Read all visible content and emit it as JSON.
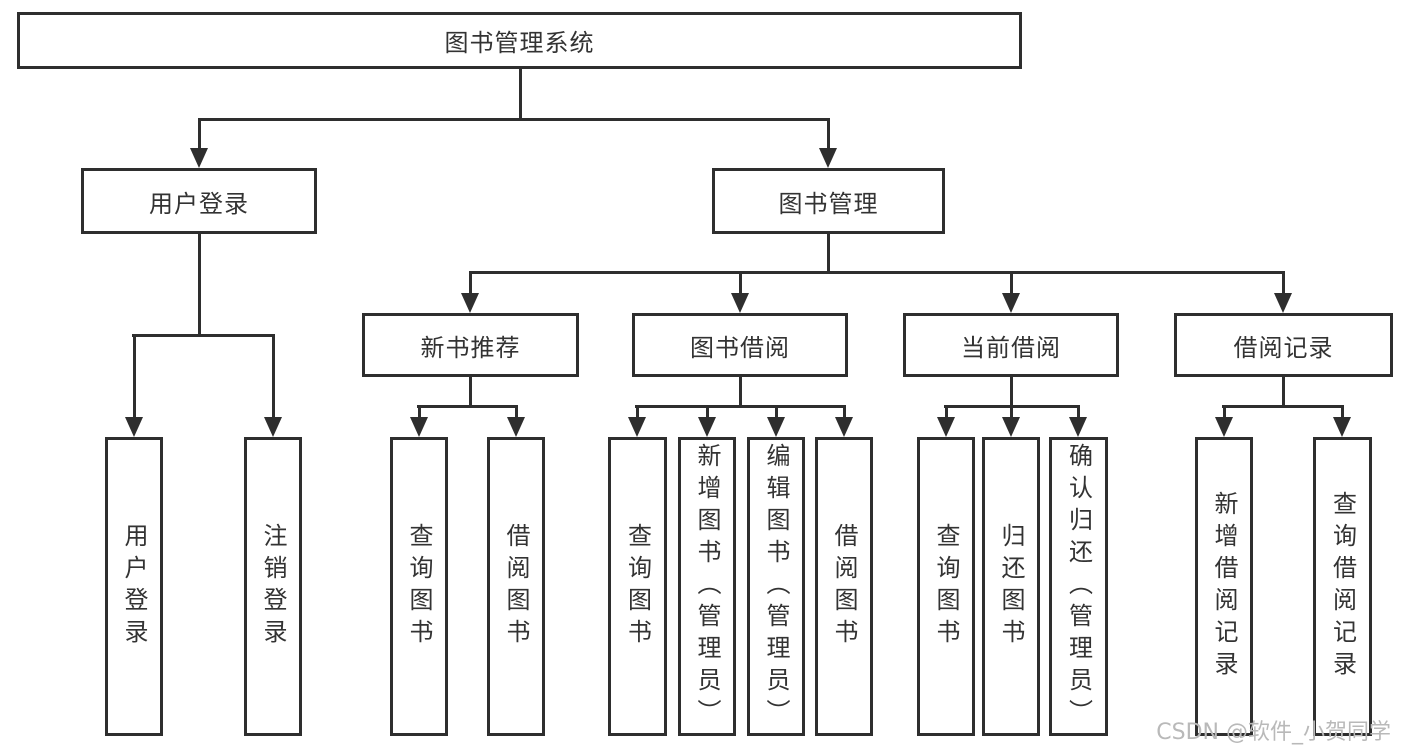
{
  "diagram": {
    "watermark": "CSDN @软件_小贺同学",
    "colors": {
      "line": "#2e2e2e",
      "text": "#333333",
      "background": "#ffffff",
      "watermark": "#b9b9b9"
    },
    "tree": {
      "label": "图书管理系统",
      "children": [
        {
          "label": "用户登录",
          "children": [
            {
              "label": "用户登录"
            },
            {
              "label": "注销登录"
            }
          ]
        },
        {
          "label": "图书管理",
          "children": [
            {
              "label": "新书推荐",
              "children": [
                {
                  "label": "查询图书"
                },
                {
                  "label": "借阅图书"
                }
              ]
            },
            {
              "label": "图书借阅",
              "children": [
                {
                  "label": "查询图书"
                },
                {
                  "label": "新增图书（管理员）"
                },
                {
                  "label": "编辑图书（管理员）"
                },
                {
                  "label": "借阅图书"
                }
              ]
            },
            {
              "label": "当前借阅",
              "children": [
                {
                  "label": "查询图书"
                },
                {
                  "label": "归还图书"
                },
                {
                  "label": "确认归还（管理员）"
                }
              ]
            },
            {
              "label": "借阅记录",
              "children": [
                {
                  "label": "新增借阅记录"
                },
                {
                  "label": "查询借阅记录"
                }
              ]
            }
          ]
        }
      ]
    }
  }
}
